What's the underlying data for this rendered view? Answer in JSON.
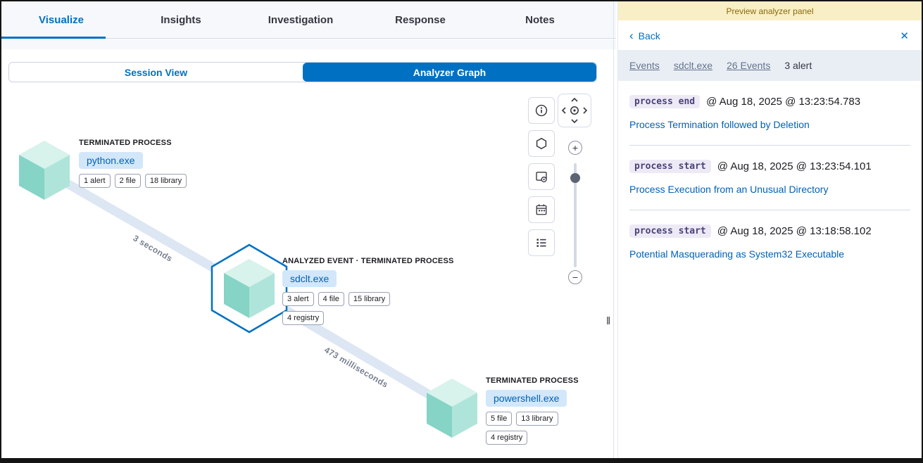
{
  "tabs": [
    {
      "label": "Visualize",
      "active": true
    },
    {
      "label": "Insights",
      "active": false
    },
    {
      "label": "Investigation",
      "active": false
    },
    {
      "label": "Response",
      "active": false
    },
    {
      "label": "Notes",
      "active": false
    }
  ],
  "view_toggle": {
    "session": "Session View",
    "analyzer": "Analyzer Graph"
  },
  "graph": {
    "nodes": [
      {
        "type_label": "TERMINATED PROCESS",
        "name": "python.exe",
        "badges": [
          "1 alert",
          "2 file",
          "18 library"
        ]
      },
      {
        "type_label": "ANALYZED EVENT · TERMINATED PROCESS",
        "name": "sdclt.exe",
        "badges": [
          "3 alert",
          "4 file",
          "15 library",
          "4 registry"
        ],
        "selected": true
      },
      {
        "type_label": "TERMINATED PROCESS",
        "name": "powershell.exe",
        "badges": [
          "5 file",
          "13 library",
          "4 registry"
        ]
      }
    ],
    "edges": [
      {
        "label": "3 seconds"
      },
      {
        "label": "473 milliseconds"
      }
    ]
  },
  "panel": {
    "preview_banner": "Preview analyzer panel",
    "back_label": "Back",
    "breadcrumbs": [
      {
        "label": "Events",
        "link": true
      },
      {
        "label": "sdclt.exe",
        "link": true
      },
      {
        "label": "26 Events",
        "link": true
      },
      {
        "label": "3 alert",
        "link": false
      }
    ],
    "events": [
      {
        "code": "process end",
        "timestamp": "@ Aug 18, 2025 @ 13:23:54.783",
        "rule": "Process Termination followed by Deletion"
      },
      {
        "code": "process start",
        "timestamp": "@ Aug 18, 2025 @ 13:23:54.101",
        "rule": "Process Execution from an Unusual Directory"
      },
      {
        "code": "process start",
        "timestamp": "@ Aug 18, 2025 @ 13:18:58.102",
        "rule": "Potential Masquerading as System32 Executable"
      }
    ]
  },
  "icons": {
    "back_chevron": "‹",
    "close": "✕",
    "zoom_in": "+",
    "zoom_out": "−",
    "resize_handle": "‖"
  },
  "colors": {
    "accent": "#0071c2",
    "link": "#0061b8",
    "banner_bg": "#f9efc6",
    "banner_text": "#8a6a0b",
    "edge": "#dde7f3",
    "cube_top": "#d8f2ec",
    "cube_left": "#85d4c6",
    "cube_right": "#afe4da",
    "pill_bg": "#d2e7f9"
  }
}
